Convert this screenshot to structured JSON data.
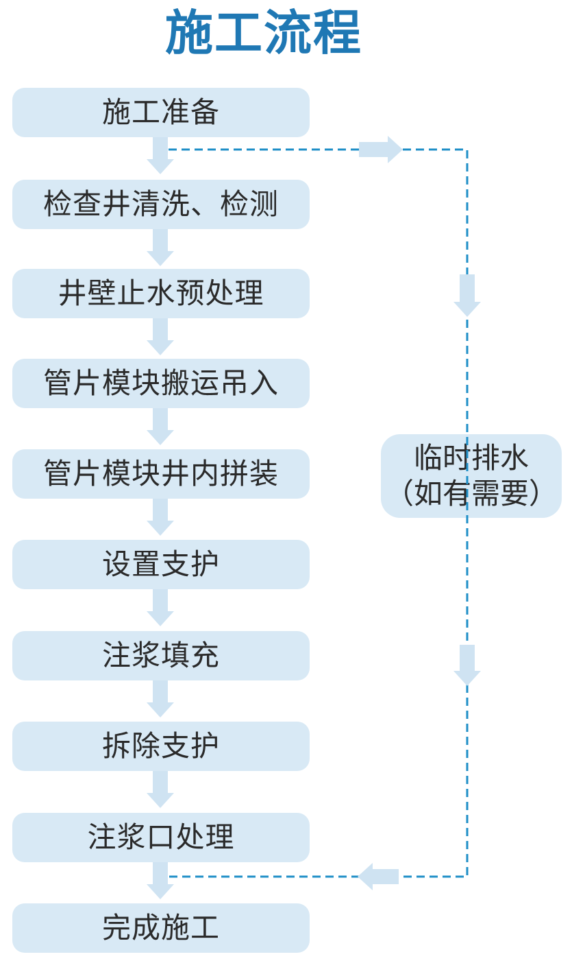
{
  "title": "施工流程",
  "steps": [
    "施工准备",
    "检查井清洗、检测",
    "井壁止水预处理",
    "管片模块搬运吊入",
    "管片模块井内拼装",
    "设置支护",
    "注浆填充",
    "拆除支护",
    "注浆口处理",
    "完成施工"
  ],
  "side": {
    "line1": "临时排水",
    "line2": "（如有需要）"
  },
  "colors": {
    "title": "#1f78b4",
    "box": "#d8e9f5",
    "arrow": "#cfe3f2",
    "dashed": "#1f8fc7",
    "text": "#2a2a2a"
  }
}
